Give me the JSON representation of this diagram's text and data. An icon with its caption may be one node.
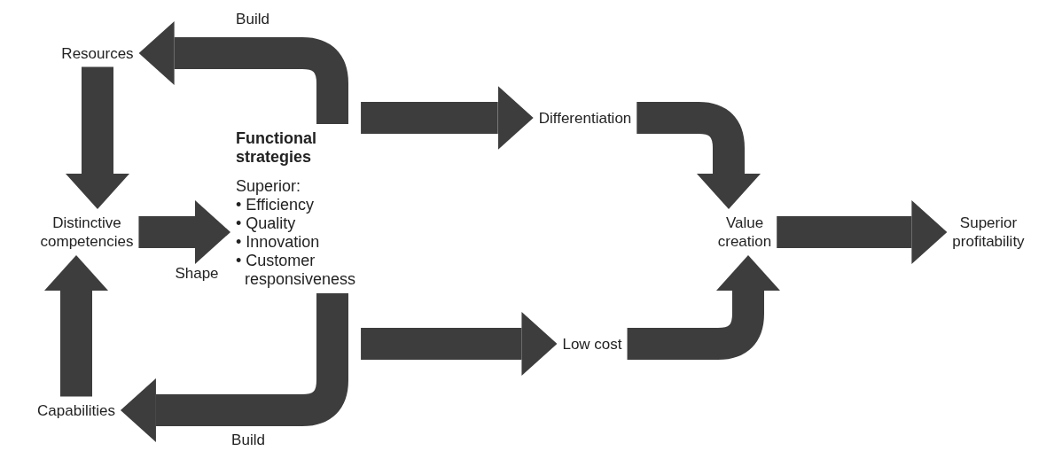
{
  "diagram": {
    "nodes": [
      {
        "text": [
          "Resources"
        ]
      },
      {
        "text": [
          "Distinctive competencies"
        ]
      },
      {
        "text": [
          "Capabilities"
        ]
      },
      {
        "text": [
          "Functional strategies",
          "Superior:",
          "• Efficiency",
          "• Quality",
          "• Innovation",
          "• Customer responsiveness"
        ]
      },
      {
        "text": [
          "Differentiation"
        ]
      },
      {
        "text": [
          "Low cost"
        ]
      },
      {
        "text": [
          "Value creation"
        ]
      },
      {
        "text": [
          "Superior profitability"
        ]
      }
    ],
    "edges": [
      {
        "from": 0,
        "to": 1,
        "arrow": "to"
      },
      {
        "from": 2,
        "to": 1,
        "arrow": "to"
      },
      {
        "from": 1,
        "to": 3,
        "arrow": "to",
        "label": "Shape"
      },
      {
        "from": 3,
        "to": 0,
        "arrow": "to",
        "label": "Build"
      },
      {
        "from": 3,
        "to": 2,
        "arrow": "to",
        "label": "Build"
      },
      {
        "from": 3,
        "to": 4,
        "arrow": "to"
      },
      {
        "from": 3,
        "to": 5,
        "arrow": "to"
      },
      {
        "from": 4,
        "to": 6,
        "arrow": "to"
      },
      {
        "from": 5,
        "to": 6,
        "arrow": "to"
      },
      {
        "from": 6,
        "to": 7,
        "arrow": "to"
      }
    ]
  }
}
